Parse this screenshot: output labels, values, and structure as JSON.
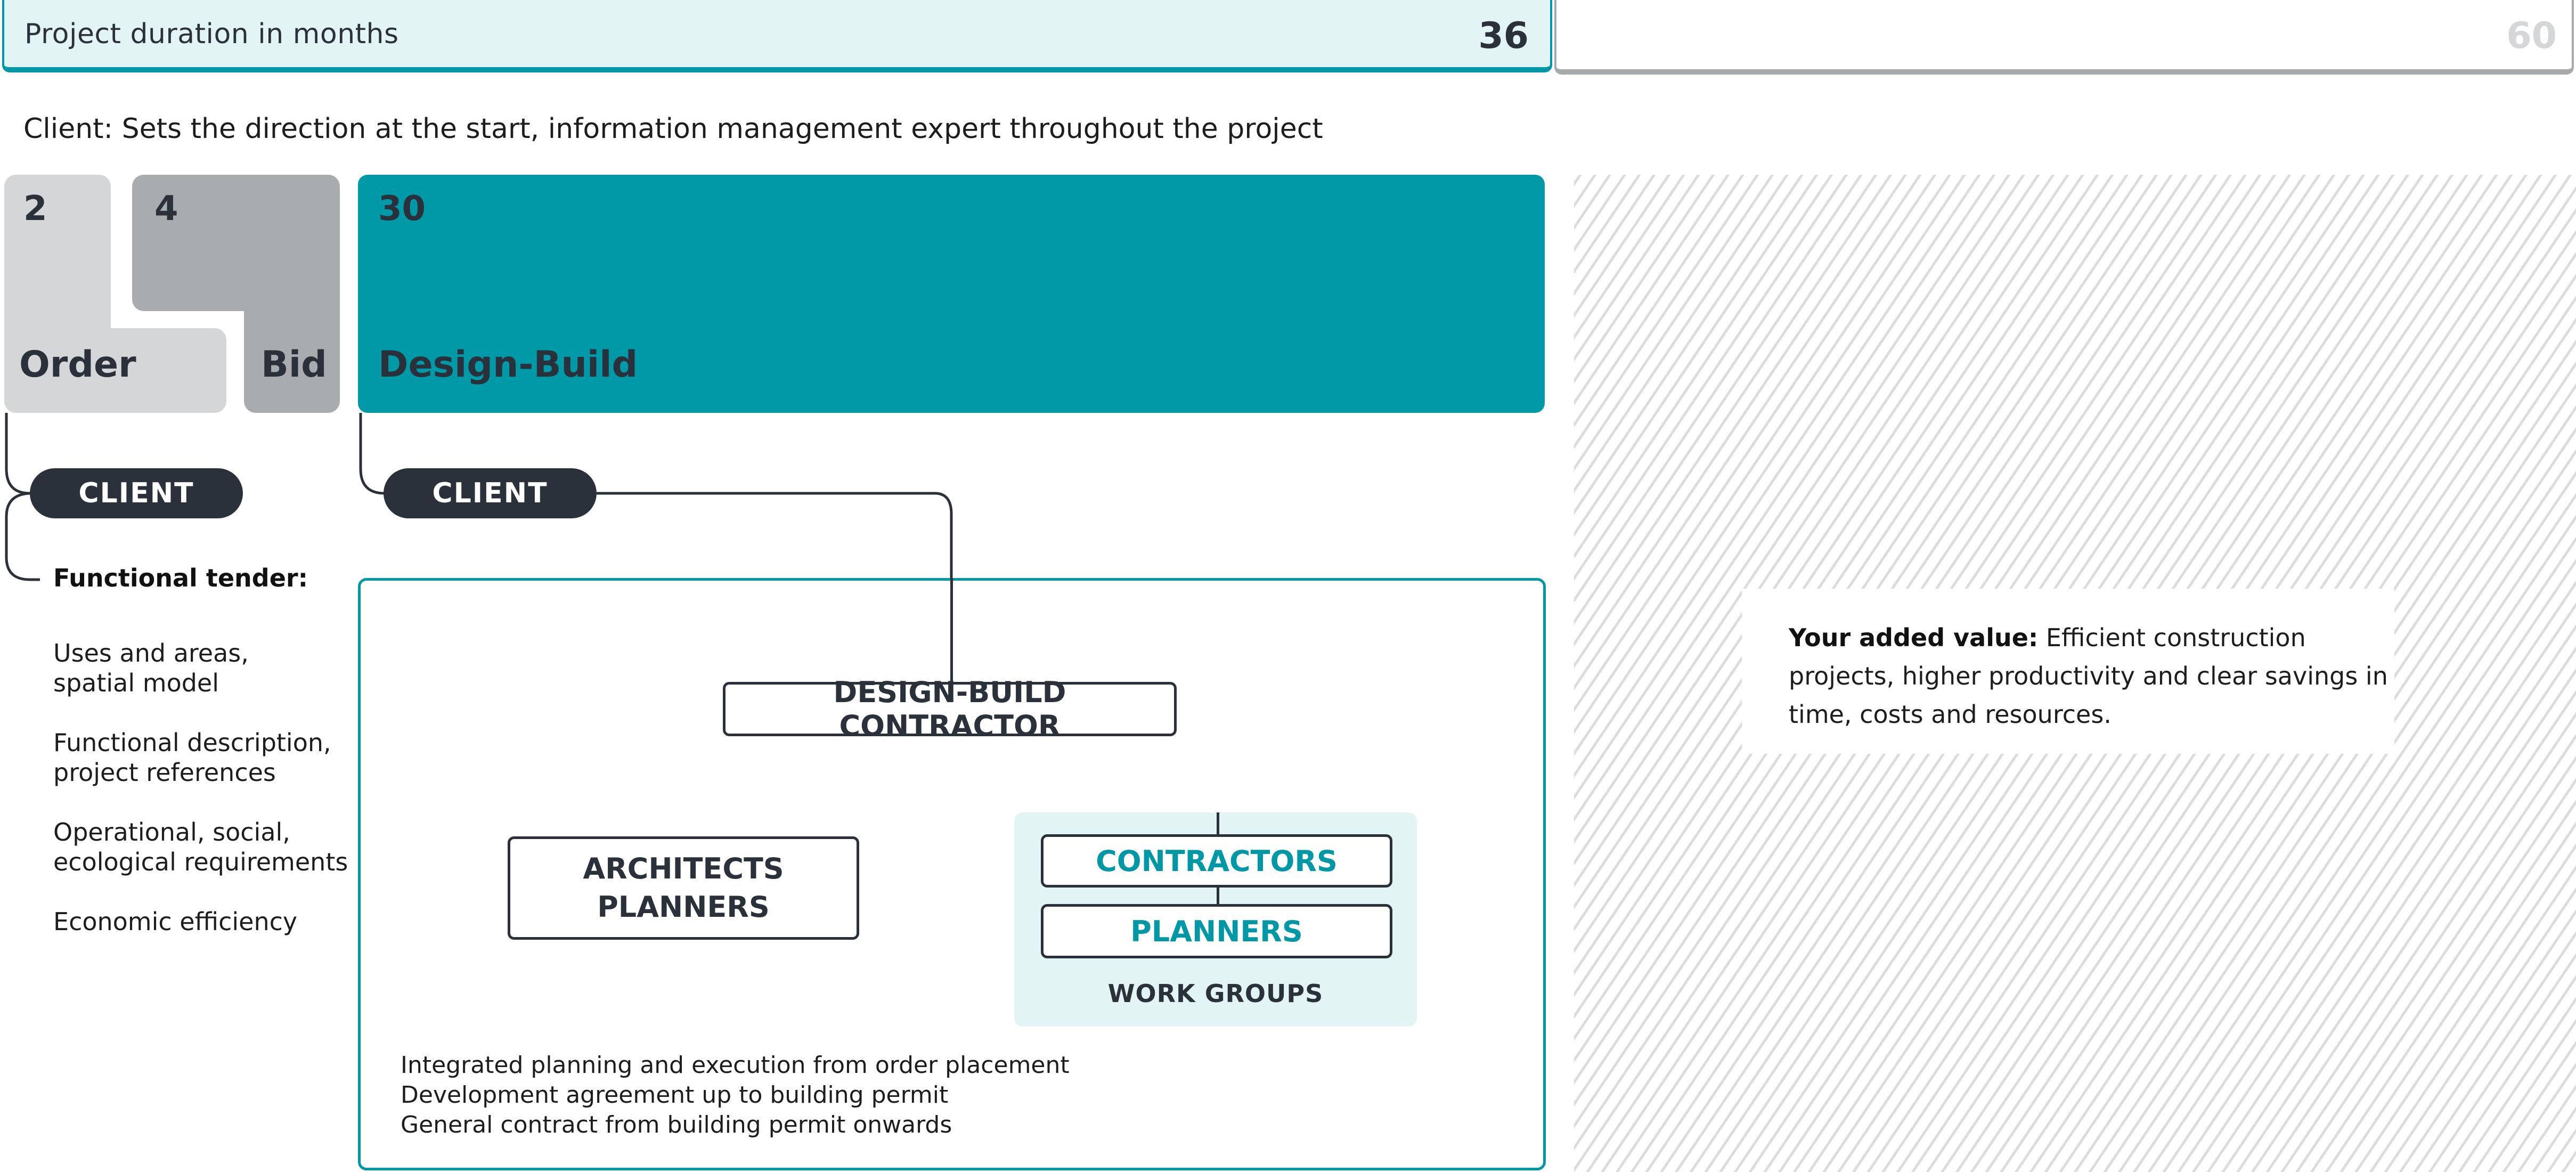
{
  "duration_bar": {
    "label": "Project duration in months",
    "value": "36",
    "max": "60",
    "fill_color": "#e3f4f4",
    "accent_color": "#0097a7"
  },
  "subtitle": "Client: Sets the direction at the start, information management expert throughout the project",
  "phases": [
    {
      "months": "2",
      "label": "Order",
      "color": "#d5d6d8"
    },
    {
      "months": "4",
      "label": "Bid",
      "color": "#a9acaf"
    },
    {
      "months": "30",
      "label": "Design-Build",
      "color": "#0099a8"
    }
  ],
  "client_pills": [
    {
      "label": "CLIENT"
    },
    {
      "label": "CLIENT"
    }
  ],
  "functional_tender": {
    "title": "Functional tender:",
    "items": [
      {
        "line1": "Uses and areas,",
        "line2": "spatial model"
      },
      {
        "line1": "Functional description,",
        "line2": "project references"
      },
      {
        "line1": "Operational, social,",
        "line2": "ecological requirements"
      },
      {
        "line1": "Economic efficiency",
        "line2": ""
      }
    ]
  },
  "org_chart": {
    "top_node": "DESIGN-BUILD CONTRACTOR",
    "left_node": {
      "line1": "ARCHITECTS",
      "line2": "PLANNERS"
    },
    "work_groups": {
      "label": "WORK GROUPS",
      "nodes": [
        "CONTRACTORS",
        "PLANNERS"
      ]
    }
  },
  "db_notes": [
    "Integrated planning and execution from order placement",
    "Development agreement up to building permit",
    "General contract from building permit onwards"
  ],
  "added_value": {
    "label": "Your added value:",
    "text": " Efficient construction projects, higher productivity and clear savings in time, costs and resources."
  }
}
